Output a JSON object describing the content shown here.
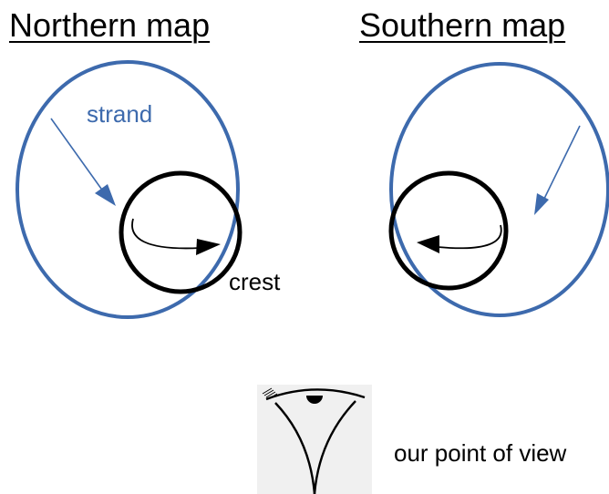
{
  "titles": {
    "northern": "Northern map",
    "southern": "Southern map"
  },
  "labels": {
    "strand": "strand",
    "crest": "crest",
    "point_of_view": "our point of view"
  },
  "colors": {
    "strand": "#3d6aad",
    "crest": "#000000",
    "text": "#000000",
    "pov_background": "#f0f0f0"
  }
}
